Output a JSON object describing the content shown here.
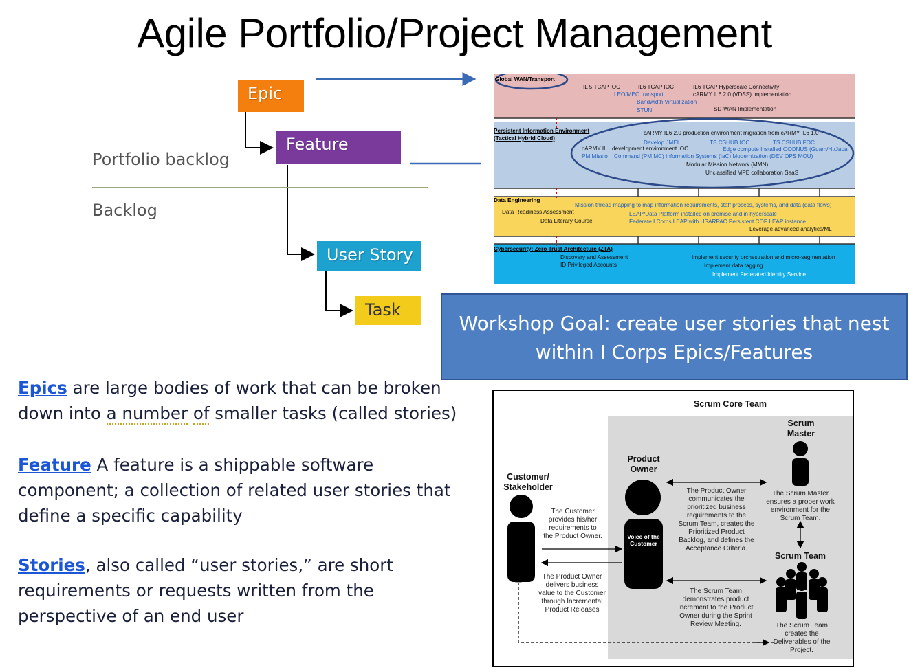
{
  "title": "Agile Portfolio/Project Management",
  "hierarchy": {
    "epic": "Epic",
    "feature": "Feature",
    "user_story": "User Story",
    "task": "Task",
    "portfolio_label": "Portfolio backlog",
    "backlog_label": "Backlog",
    "colors": {
      "epic": "#f47f0f",
      "feature": "#7a3a9c",
      "user_story": "#1da2cf",
      "task": "#f3cb1b"
    }
  },
  "roadmap": {
    "wan": {
      "heading": "Global WAN/Transport",
      "items": [
        "IL 5 TCAP IOC",
        "IL6 TCAP IOC",
        "IL6 TCAP Hyperscale Connectivity",
        "LEO/MEO transport",
        "cARMY IL6 2.0 (VDSS) Implementation",
        "Bandwidth Virtualization",
        "STUN",
        "SD-WAN Implementation"
      ]
    },
    "pie": {
      "heading1": "Persistent Information Environment",
      "heading2": "(Tactical Hybrid Cloud)",
      "items": [
        "cARMY IL6 2.0 production environment migration from cARMY IL6 1.0",
        "Develop JMEI",
        "TS CSHUB IOC",
        "TS CSHUB FOC",
        "cARMY IL",
        "development environment IOC",
        "Edge compute Installed OCONUS (Guam/HI/Japa",
        "PM Missio",
        "Command (PM MC) Information Systems (IaC) Modernization (DEV OPS MOU)",
        "Modular Mission Network (MMN)",
        "Unclassified MPE collaboration SaaS"
      ]
    },
    "data": {
      "heading": "Data Engineering",
      "items": [
        "Mission thread mapping to map information requirements, staff process, systems, and data (data flows)",
        "Data Readiness Assessment",
        "LEAP/Data Platform installed on premise and in hyperscale",
        "Data Literary Course",
        "Federate I Corps LEAP with USARPAC Persistent COP LEAP instance",
        "Leverage advanced analytics/ML"
      ]
    },
    "cyber": {
      "heading": "Cybersecurity: Zero Trust Architecture (ZTA)",
      "items": [
        "Discovery and Assessment",
        "Implement security orchestration and micro-segmentation",
        "ID Privileged Accounts",
        "Implement data tagging",
        "Implement Federated Identity Service"
      ]
    },
    "colors": {
      "wan": "#e6b8b8",
      "pie": "#b9cde4",
      "data": "#f9d55b",
      "cyber": "#15aee8"
    }
  },
  "goal": "Workshop Goal: create user stories that nest within I Corps Epics/Features",
  "definitions": {
    "epics_term": "Epics",
    "epics_text_1": " are large bodies of work that can be broken down into ",
    "epics_dotted_1": "a number",
    "epics_space": " ",
    "epics_dotted_2": "of",
    "epics_text_2": " smaller tasks (called stories)",
    "feature_term": "Feature",
    "feature_text": " A feature is a shippable software component; a collection of related user stories that define a specific capability",
    "stories_term": "Stories",
    "stories_text": ", also called “user stories,” are short requirements or requests written from the perspective of an end user"
  },
  "scrum": {
    "core_team": "Scrum Core Team",
    "customer": "Customer/ Stakeholder",
    "product_owner": "Product Owner",
    "scrum_master": "Scrum Master",
    "scrum_team": "Scrum Team",
    "voice": "Voice of the Customer",
    "customer_desc": "The Customer provides his/her requirements to the Product Owner.",
    "po_delivers": "The Product Owner delivers business value to the Customer through Incremental Product Releases",
    "po_communicates": "The Product Owner communicates the prioritized business requirements to the Scrum Team, creates the Prioritized Product Backlog, and defines the Acceptance Criteria.",
    "sm_desc": "The Scrum Master ensures a proper work environment for the Scrum Team.",
    "team_demo": "The Scrum Team demonstrates product increment to the Product Owner during the Sprint Review Meeting.",
    "team_creates": "The Scrum Team creates the Deliverables of the Project."
  }
}
